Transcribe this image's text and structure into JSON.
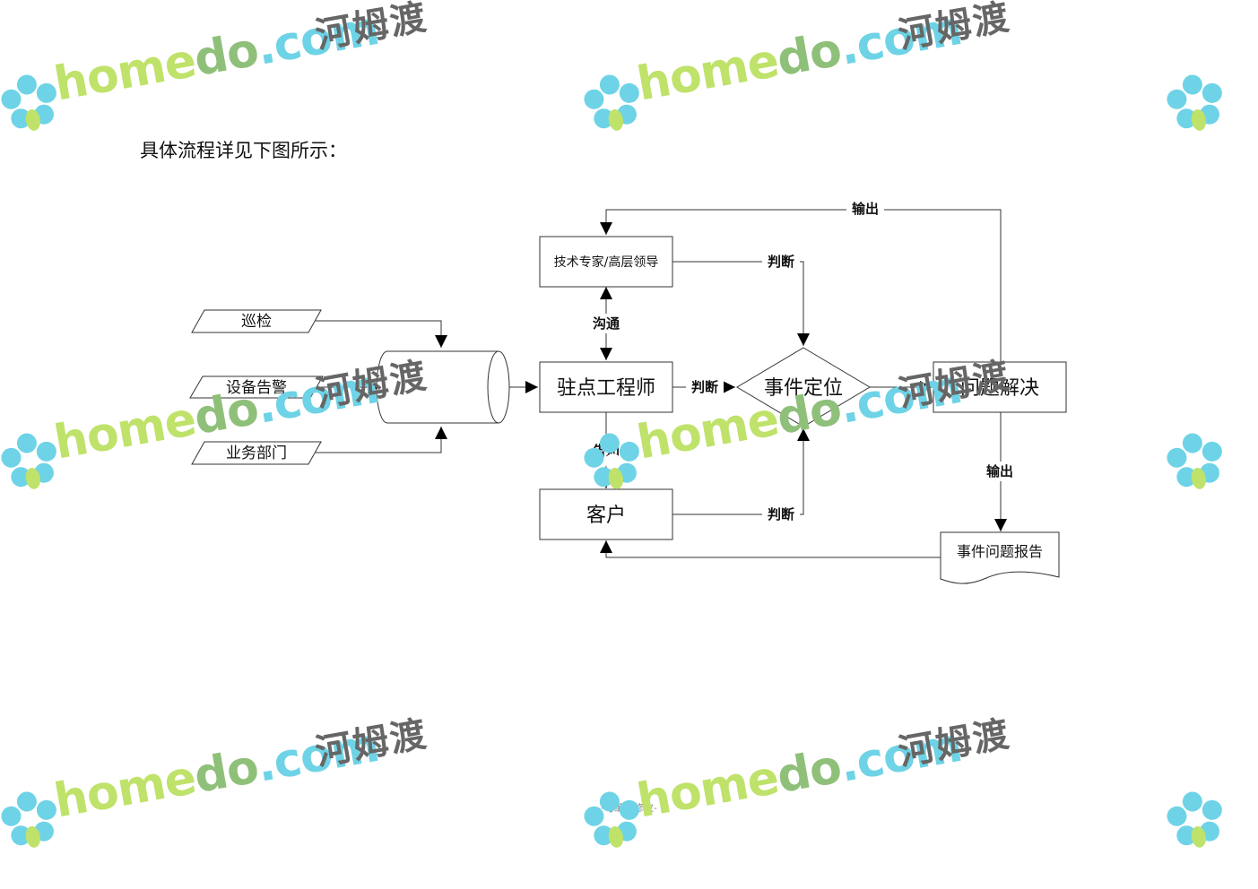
{
  "intro_text": "具体流程详见下图所示：",
  "footer_text": "-可编辑修改-",
  "watermark": {
    "home": "home",
    "do": "do",
    "com": ".com",
    "cn": "河姆渡"
  },
  "nodes": {
    "inspection": "巡检",
    "device_alarm": "设备告警",
    "business_dept": "业务部门",
    "expert": "技术专家/高层领导",
    "engineer": "驻点工程师",
    "customer": "客户",
    "event_locate": "事件定位",
    "problem_solve": "问题解决",
    "event_report": "事件问题报告"
  },
  "edge_labels": {
    "output_top": "输出",
    "judge_expert": "判断",
    "communicate": "沟通",
    "judge_engineer": "判断",
    "notify": "告知",
    "judge_customer": "判断",
    "output_report": "输出"
  }
}
